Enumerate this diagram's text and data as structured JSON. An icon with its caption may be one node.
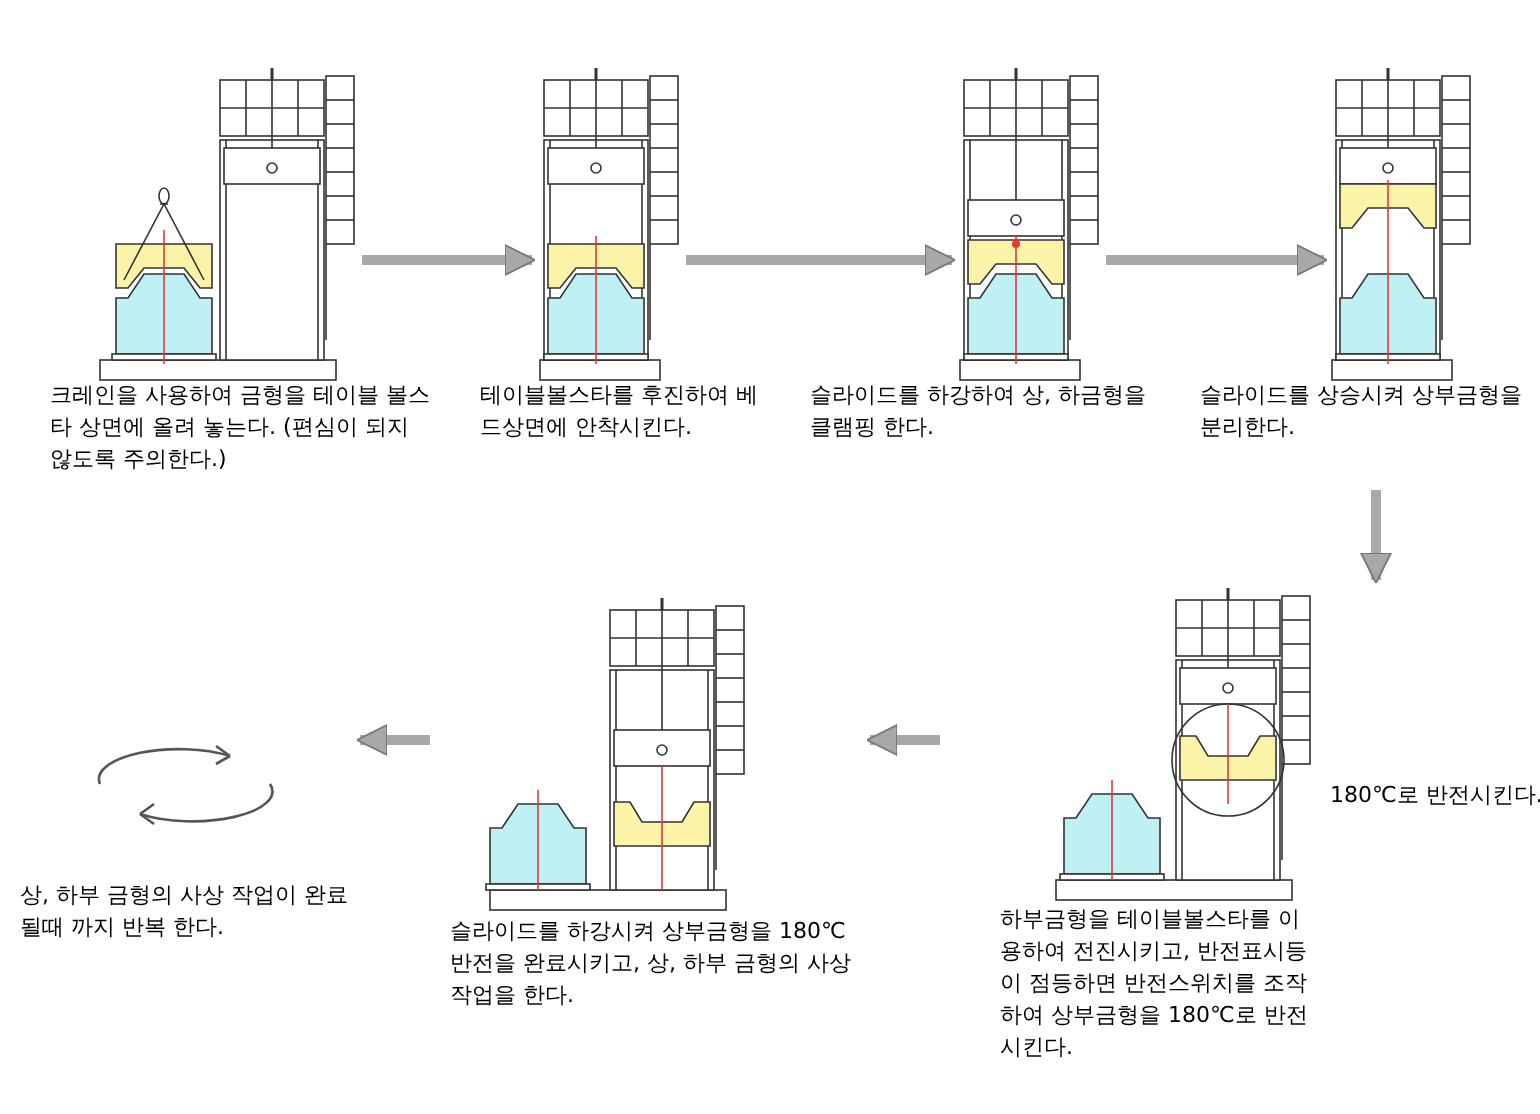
{
  "diagram": {
    "nodes": [
      {
        "text": [
          "크레인을 사용하여 금형을 테이블 볼스타 상면에 올려 놓는다. (편심이 되지 않도록 주의한다.)"
        ]
      },
      {
        "text": [
          "테이블볼스타를 후진하여 베드상면에 안착시킨다."
        ]
      },
      {
        "text": [
          "슬라이드를 하강하여 상, 하금형을 클램핑 한다."
        ]
      },
      {
        "text": [
          "슬라이드를 상승시켜 상부금형을 분리한다."
        ]
      },
      {
        "text": [
          "하부금형을 테이블볼스타를 이용하여 전진시키고, 반전표시등이 점등하면 반전스위치를 조작하여 상부금형을 180℃로 반전시킨다."
        ],
        "beside": [
          "180℃로 반전시킨다."
        ]
      },
      {
        "text": [
          "슬라이드를 하강시켜 상부금형을 180℃ 반전을 완료시키고, 상, 하부 금형의 사상작업을 한다."
        ]
      },
      {
        "text": [
          "상, 하부 금형의 사상 작업이 완료 될때 까지 반복 한다."
        ]
      }
    ],
    "edges": [
      {
        "from": 0,
        "to": 1,
        "arrow": "to"
      },
      {
        "from": 1,
        "to": 2,
        "arrow": "to"
      },
      {
        "from": 2,
        "to": 3,
        "arrow": "to"
      },
      {
        "from": 3,
        "to": 4,
        "arrow": "to"
      },
      {
        "from": 4,
        "to": 5,
        "arrow": "to"
      },
      {
        "from": 5,
        "to": 6,
        "arrow": "to"
      }
    ]
  }
}
